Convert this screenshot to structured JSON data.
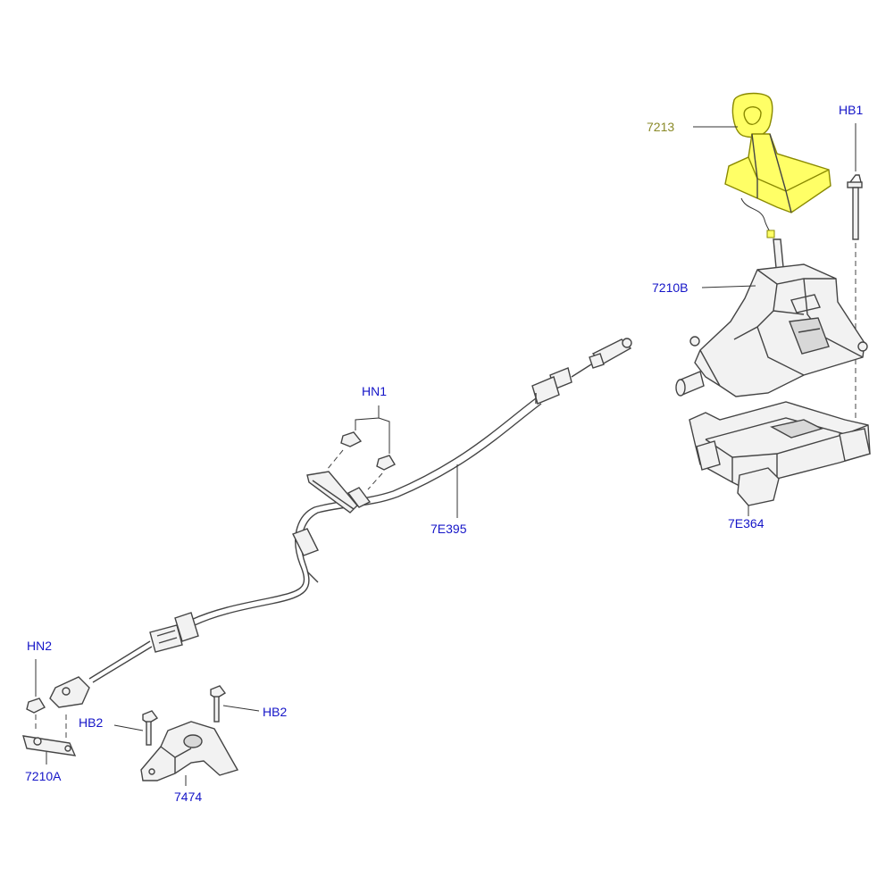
{
  "colors": {
    "callout_blue": "#1515c8",
    "callout_highlight": "#8a8a28",
    "highlight_fill": "#ffff66",
    "line": "#444444"
  },
  "callouts": {
    "hb1": "HB1",
    "p7213": "7213",
    "p7210b": "7210B",
    "hn1": "HN1",
    "p7e395": "7E395",
    "p7e364": "7E364",
    "hn2": "HN2",
    "hb2_left": "HB2",
    "hb2_right": "HB2",
    "p7210a": "7210A",
    "p7474": "7474"
  }
}
